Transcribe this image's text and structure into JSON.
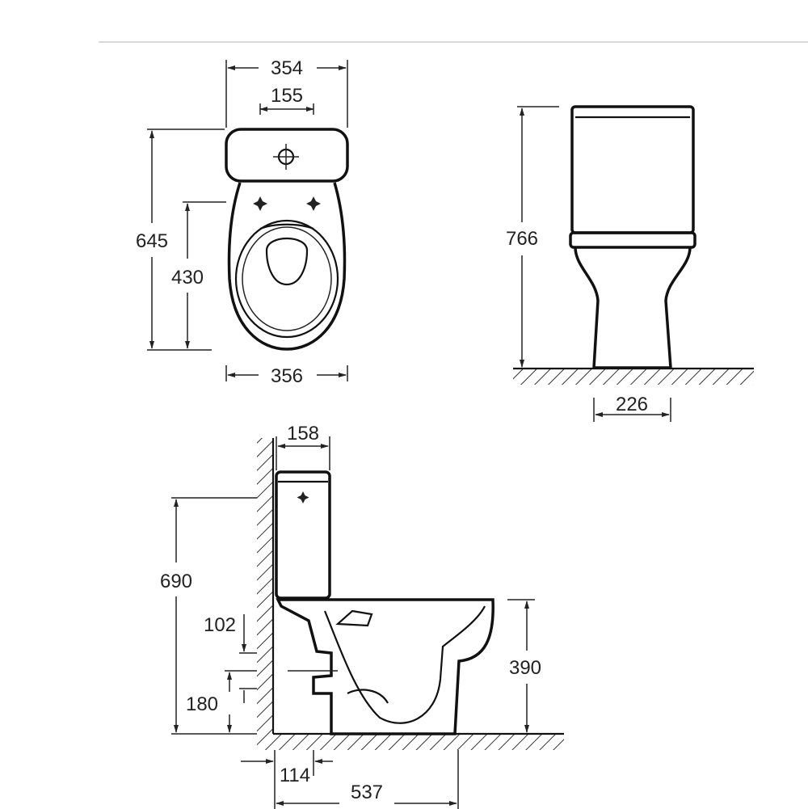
{
  "dimensions": {
    "top_view": {
      "overall_width": "354",
      "inlet_spacing": "155",
      "overall_depth": "645",
      "bowl_depth": "430",
      "bowl_width": "356"
    },
    "front_view": {
      "overall_height": "766",
      "base_width": "226"
    },
    "side_view": {
      "tank_depth": "158",
      "tank_height": "690",
      "outlet_diameter": "102",
      "outlet_height": "180",
      "rim_height": "390",
      "outlet_setback": "114",
      "overall_length": "537"
    }
  }
}
